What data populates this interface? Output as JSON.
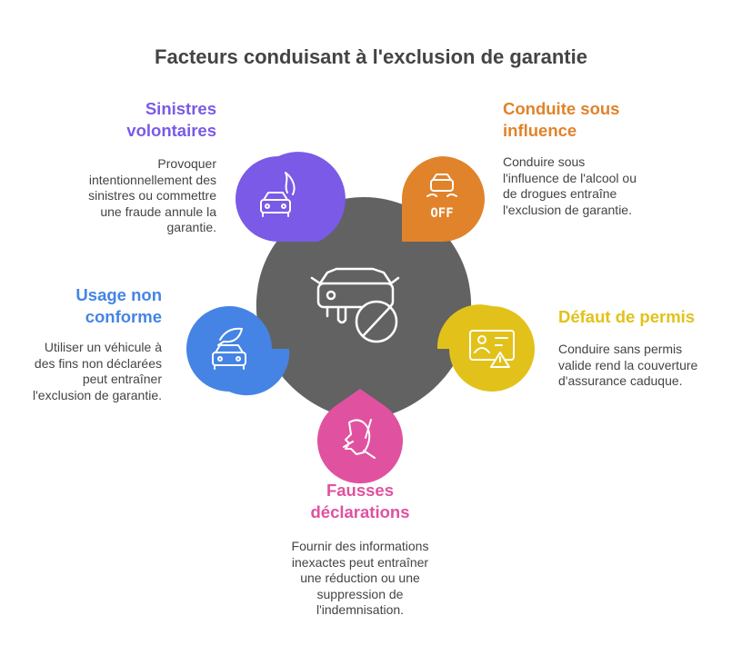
{
  "title": "Facteurs conduisant à l'exclusion de garantie",
  "center": {
    "icon": "car-prohibited-icon",
    "color": "#626262"
  },
  "factors": [
    {
      "title": "Sinistres\nvolontaires",
      "desc": "Provoquer\nintentionnellement des\nsinistres ou commettre\nune fraude annule la\ngarantie.",
      "color": "#7A5AE6",
      "icon": "car-fire-icon"
    },
    {
      "title": "Conduite sous\ninfluence",
      "desc": "Conduire sous\nl'influence de l'alcool ou\nde drogues entraîne\nl'exclusion de garantie.",
      "color": "#E0832A",
      "icon": "car-off-icon",
      "icon_text": "OFF"
    },
    {
      "title": "Défaut de permis",
      "desc": "Conduire sans permis\nvalide rend la couverture\nd'assurance caduque.",
      "color": "#E2C21A",
      "icon": "id-card-warning-icon"
    },
    {
      "title": "Fausses\ndéclarations",
      "desc": "Fournir des informations\ninexactes peut entraîner\nune réduction ou une\nsuppression de\nl'indemnisation.",
      "color": "#E0529F",
      "icon": "lying-face-icon"
    },
    {
      "title": "Usage non\nconforme",
      "desc": "Utiliser un véhicule à\ndes fins non déclarées\npeut entraîner\nl'exclusion de garantie.",
      "color": "#4584E5",
      "icon": "car-leaf-icon"
    }
  ]
}
